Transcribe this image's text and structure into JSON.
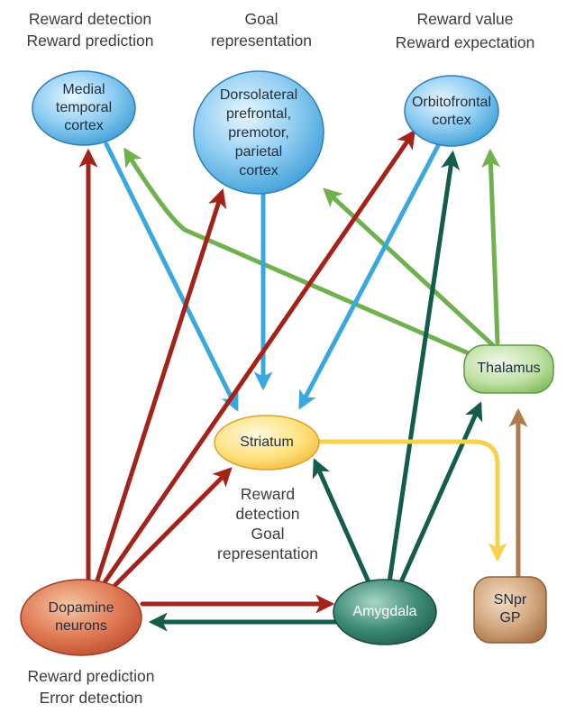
{
  "captions": {
    "mtc": [
      "Reward detection",
      "Reward prediction"
    ],
    "dlpfc": [
      "Goal",
      "representation"
    ],
    "ofc": [
      "Reward value",
      "Reward expectation"
    ],
    "striatum": [
      "Reward",
      "detection",
      "Goal",
      "representation"
    ],
    "dopamine": [
      "Reward prediction",
      "Error detection"
    ]
  },
  "nodes": {
    "mtc": [
      "Medial",
      "temporal",
      "cortex"
    ],
    "dlpfc": [
      "Dorsolateral",
      "prefrontal,",
      "premotor,",
      "parietal",
      "cortex"
    ],
    "ofc": [
      "Orbitofrontal",
      "cortex"
    ],
    "thalamus": [
      "Thalamus"
    ],
    "striatum": [
      "Striatum"
    ],
    "dopamine": [
      "Dopamine",
      "neurons"
    ],
    "amygdala": [
      "Amygdala"
    ],
    "snpr": [
      "SNpr",
      "GP"
    ]
  },
  "colors": {
    "dopamine_arrows": "#a3221a",
    "cortex_arrows": "#3aa7df",
    "thalamus_arrows": "#6fb04f",
    "amygdala_arrows": "#145c4b",
    "striatum_arrow": "#f5d24a",
    "snpr_arrow": "#b07c4c"
  }
}
